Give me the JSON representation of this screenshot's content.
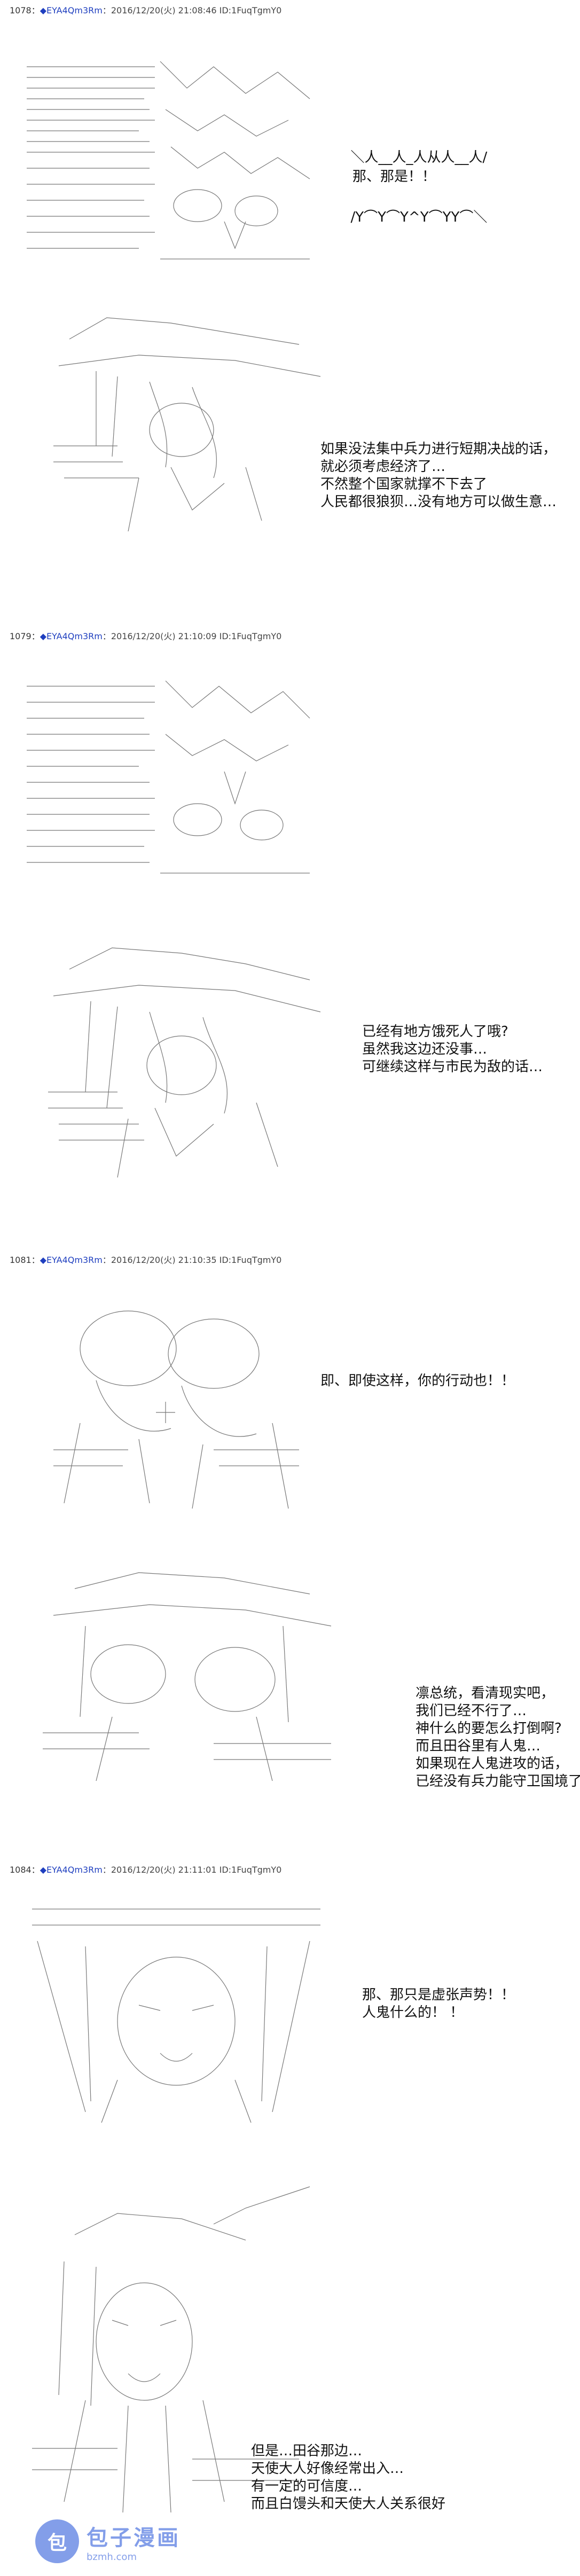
{
  "posts": [
    {
      "header": {
        "num": "1078：",
        "name": "◆EYA4Qm3Rm",
        "date": "：2016/12/20(火) 21:08:46 ID:1FuqTgmY0"
      },
      "panels": [
        {
          "dialogue": [
            "那、那是！！"
          ]
        },
        {
          "dialogue": [
            "如果没法集中兵力进行短期决战的话，",
            "就必须考虑经济了…",
            "不然整个国家就撑不下去了",
            "人民都很狼狈…没有地方可以做生意…"
          ]
        }
      ]
    },
    {
      "header": {
        "num": "1079：",
        "name": "◆EYA4Qm3Rm",
        "date": "：2016/12/20(火) 21:10:09 ID:1FuqTgmY0"
      },
      "panels": [
        {
          "dialogue": []
        },
        {
          "dialogue": [
            "已经有地方饿死人了哦?",
            "虽然我这边还没事…",
            "可继续这样与市民为敌的话…"
          ]
        }
      ]
    },
    {
      "header": {
        "num": "1081：",
        "name": "◆EYA4Qm3Rm",
        "date": "：2016/12/20(火) 21:10:35 ID:1FuqTgmY0"
      },
      "panels": [
        {
          "dialogue": [
            "即、即使这样，你的行动也！！"
          ]
        },
        {
          "dialogue": [
            "凛总统，看清现实吧，",
            "我们已经不行了…",
            "神什么的要怎么打倒啊?",
            "而且田谷里有人鬼…",
            "如果现在人鬼进攻的话，",
            "已经没有兵力能守卫国境了?"
          ]
        }
      ]
    },
    {
      "header": {
        "num": "1084：",
        "name": "◆EYA4Qm3Rm",
        "date": "：2016/12/20(火) 21:11:01 ID:1FuqTgmY0"
      },
      "panels": [
        {
          "dialogue": [
            "那、那只是虚张声势！！",
            "人鬼什么的！ ！"
          ]
        },
        {
          "dialogue": [
            "但是…田谷那边…",
            "天使大人好像经常出入…",
            "有一定的可信度…",
            "而且白馒头和天使大人关系很好"
          ]
        }
      ]
    }
  ],
  "watermark": {
    "logo_char": "包",
    "title": "包子漫画",
    "url": "bzmh.com"
  }
}
